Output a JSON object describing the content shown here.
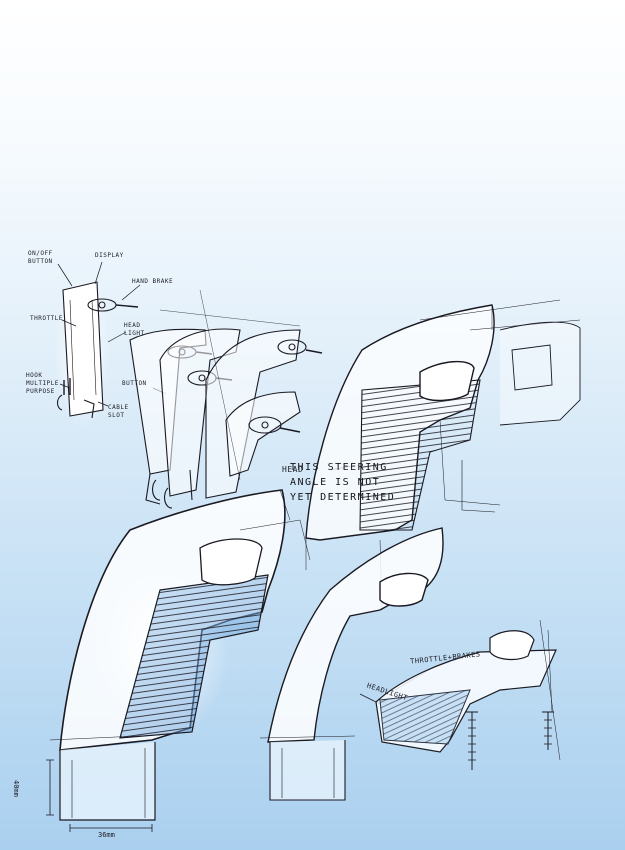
{
  "colors": {
    "background_top": "#ffffff",
    "background_bottom": "#aad0ef",
    "ink": "#1a1a22",
    "highlight_blue": "#7fb4e4"
  },
  "sketch": {
    "labels": {
      "on_off_button": "ON/OFF BUTTON",
      "display": "DISPLAY",
      "hand_brake": "HAND BRAKE",
      "throttle": "THROTTLE",
      "head_light": "HEAD LIGHT",
      "button": "BUTTON",
      "hook": "HOOK MULTIPLE PURPOSE",
      "cable_slot": "CABLE SLOT",
      "headlight_mid": "HEAD",
      "throttle_brakes": "THROTTLE+BRAKES",
      "headlight_right": "HEADLIGHT"
    },
    "note_lines": [
      "THIS STEERING",
      "ANGLE IS NOT",
      "YET DETERMINED"
    ],
    "dimensions": {
      "width": "36mm",
      "height": "40mm"
    }
  }
}
